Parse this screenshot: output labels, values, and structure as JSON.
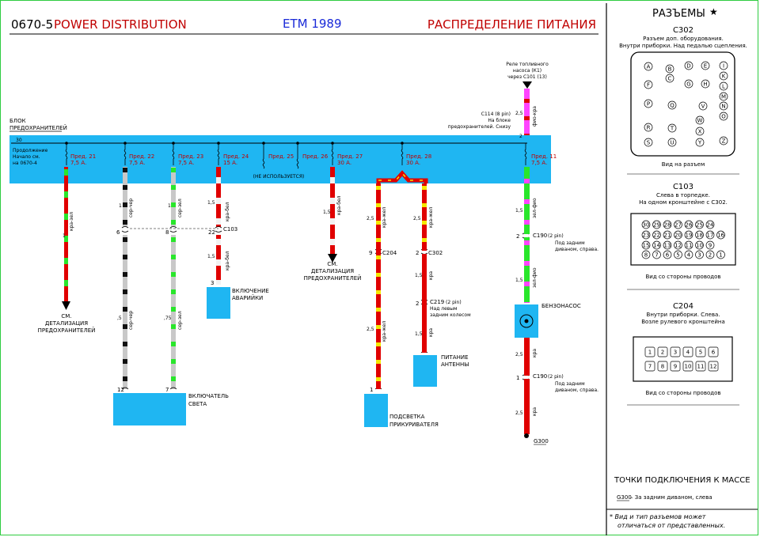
{
  "header": {
    "code": "0670-5",
    "title_en": "POWER DISTRIBUTION",
    "source": "ETM 1989",
    "title_ru": "РАСПРЕДЕЛЕНИЕ ПИТАНИЯ"
  },
  "fuse_block": {
    "label_line1": "БЛОК",
    "label_line2": "ПРЕДОХРАНИТЕЛЕЙ",
    "bus_wire": "30",
    "continuation_line1": "Продолжение",
    "continuation_line2": "Начало см.",
    "continuation_line3": "на 0670-4",
    "c114_line1": "C114 (8 pin)",
    "c114_line2": "На блоке",
    "c114_line3": "предохранителей. Снизу",
    "not_used": "(НЕ ИСПОЛЬЗУЕТСЯ)",
    "fuses": [
      {
        "name": "Пред. 21",
        "rating": "7,5 А."
      },
      {
        "name": "Пред. 22",
        "rating": "7,5 А."
      },
      {
        "name": "Пред. 23",
        "rating": "7,5 А."
      },
      {
        "name": "Пред. 24",
        "rating": "15 А."
      },
      {
        "name": "Пред. 25",
        "rating": ""
      },
      {
        "name": "Пред. 26",
        "rating": ""
      },
      {
        "name": "Пред. 27",
        "rating": "30 А."
      },
      {
        "name": "Пред. 28",
        "rating": "30 А."
      },
      {
        "name": "Пред. 11",
        "rating": "7,5 А."
      }
    ]
  },
  "relay": {
    "line1": "Реле топливного",
    "line2": "насоса (К1)",
    "line3": "через C101 (13)"
  },
  "wires": {
    "w1_gauge": "1",
    "w1_color": "кра-зел",
    "w2_gauge_a": "1",
    "w2_color_a": "сер-чер",
    "w2_gauge_b": ",5",
    "w2_color_b": "сер-чер",
    "w3_gauge_a": "1",
    "w3_color_a": "сер-зел",
    "w3_gauge_b": ",75",
    "w3_color_b": "сер-зел",
    "w4_gauge_a": "1,5",
    "w4_color_a": "кра-бел",
    "w4_gauge_b": "1,5",
    "w4_color_b": "кра-бел",
    "w7_gauge": "1,5",
    "w7_color": "кра-бел",
    "w8a_gauge_a": "2,5",
    "w8a_color_a": "кра-жел",
    "w8a_gauge_b": "2,5",
    "w8a_color_b": "кра-жел",
    "w8b_gauge_a": "2,5",
    "w8b_color_a": "кра-жел",
    "w8b_gauge_b": "1,5",
    "w8b_color_b": "кра",
    "w8b_gauge_c": "1,5",
    "w8b_color_c": "кра",
    "w11_top_gauge": "2,5",
    "w11_top_color": "фио-кра",
    "w11_gauge_a": "1,5",
    "w11_color_a": "зел-фио",
    "w11_gauge_b": "1,5",
    "w11_color_b": "зел-фио",
    "w11_gauge_c": "2,5",
    "w11_color_c": "кра",
    "w11_gauge_d": "2,5",
    "w11_color_d": "кра"
  },
  "connectors": {
    "pin_6": "6",
    "pin_8": "8",
    "pin_22": "22",
    "c103": "C103",
    "pin_9": "9",
    "c204": "C204",
    "pin_2a": "2",
    "c302": "C302",
    "pin_2b": "2",
    "c219": "C219",
    "c219_pins": "(2 pin)",
    "c219_line1": "Над левым",
    "c219_line2": "задним колесом",
    "pin_2c": "2",
    "c190a": "C190",
    "c190a_pins": "(2 pin)",
    "c190a_line1": "Под задним",
    "c190a_line2": "диваном, справа.",
    "pin_1": "1",
    "c190b": "C190",
    "c190b_pins": "(2 pin)",
    "c190b_line1": "Под задним",
    "c190b_line2": "диваном, справа.",
    "pin_3": "3",
    "pin_12": "12",
    "pin_7": "7",
    "pin_1b": "1",
    "pin_1c": "1"
  },
  "components": {
    "hazard_line1": "ВКЛЮЧЕНИЕ",
    "hazard_line2": "АВАРИЙКИ",
    "light_switch_line1": "ВКЛЮЧАТЕЛЬ",
    "light_switch_line2": "СВЕТА",
    "lighter_line1": "ПОДСВЕТКА",
    "lighter_line2": "ПРИКУРИВАТЕЛЯ",
    "antenna_line1": "ПИТАНИЕ",
    "antenna_line2": "АНТЕННЫ",
    "fuel_pump": "БЕНЗОНАСОС",
    "ground": "G300"
  },
  "refs": {
    "ref1_line1": "СМ.",
    "ref1_line2": "ДЕТАЛИЗАЦИЯ",
    "ref1_line3": "ПРЕДОХРАНИТЕЛЕЙ",
    "ref2_line1": "СМ.",
    "ref2_line2": "ДЕТАЛИЗАЦИЯ",
    "ref2_line3": "ПРЕДОХРАНИТЕЛЕЙ"
  },
  "sidebar": {
    "title": "РАЗЪЕМЫ",
    "star": "★",
    "c302": {
      "name": "C302",
      "line1": "Разъем доп. оборудования.",
      "line2": "Внутри приборки. Над педалью сцепления.",
      "view": "Вид на разъем",
      "pins": [
        "A",
        "B",
        "C",
        "D",
        "E",
        "F",
        "G",
        "H",
        "I",
        "K",
        "L",
        "M",
        "N",
        "O",
        "P",
        "Q",
        "R",
        "S",
        "T",
        "U",
        "V",
        "W",
        "X",
        "Y",
        "Z"
      ]
    },
    "c103": {
      "name": "C103",
      "line1": "Слева в торпедке.",
      "line2": "На одном кронштейне с C302.",
      "view": "Вид со стороны проводов",
      "row1": [
        "30",
        "29",
        "28",
        "27",
        "26",
        "25",
        "24"
      ],
      "row2": [
        "23",
        "22",
        "21",
        "20",
        "19",
        "18",
        "17",
        "16"
      ],
      "row3": [
        "15",
        "14",
        "13",
        "12",
        "11",
        "10",
        "9"
      ],
      "row4": [
        "8",
        "7",
        "6",
        "5",
        "4",
        "3",
        "2",
        "1"
      ]
    },
    "c204": {
      "name": "C204",
      "line1": "Внутри приборки. Слева.",
      "line2": "Возле рулевого кронштейна",
      "view": "Вид со стороны проводов",
      "row1": [
        "1",
        "2",
        "3",
        "4",
        "5",
        "6"
      ],
      "row2": [
        "7",
        "8",
        "9",
        "10",
        "11",
        "12"
      ]
    },
    "ground_points": {
      "title": "ТОЧКИ ПОДКЛЮЧЕНИЯ К МАССЕ",
      "code": "G300",
      "desc": " – За задним диваном, слева"
    },
    "footnote_line1": "* Вид и тип разъемов может",
    "footnote_line2": "отличаться от представленных."
  },
  "colors": {
    "fuse_block": "#1fb6f2",
    "component": "#1fb6f2",
    "frame": "#2ecc40",
    "title_red": "#c00000",
    "title_blue": "#1a2ad8"
  }
}
